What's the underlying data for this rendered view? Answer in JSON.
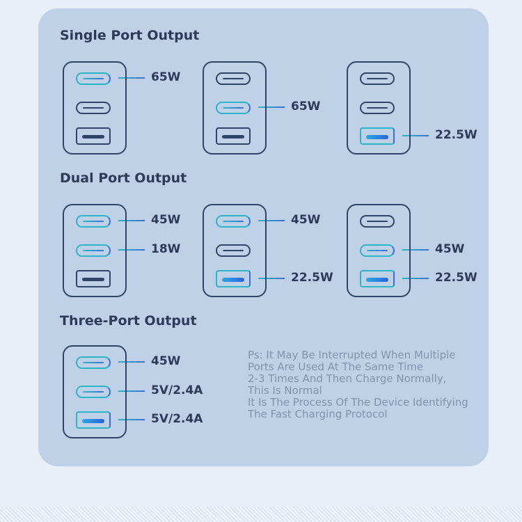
{
  "sections": [
    {
      "title": "Single Port Output",
      "chargers": [
        {
          "active": [
            0
          ],
          "labels": {
            "0": "65W"
          }
        },
        {
          "active": [
            1
          ],
          "labels": {
            "1": "65W"
          }
        },
        {
          "active": [
            2
          ],
          "labels": {
            "2": "22.5W"
          }
        }
      ]
    },
    {
      "title": "Dual Port Output",
      "chargers": [
        {
          "active": [
            0,
            1
          ],
          "labels": {
            "0": "45W",
            "1": "18W"
          }
        },
        {
          "active": [
            0,
            2
          ],
          "labels": {
            "0": "45W",
            "2": "22.5W"
          }
        },
        {
          "active": [
            1,
            2
          ],
          "labels": {
            "1": "45W",
            "2": "22.5W"
          }
        }
      ]
    },
    {
      "title": "Three-Port Output",
      "chargers": [
        {
          "active": [
            0,
            1,
            2
          ],
          "labels": {
            "0": "45W",
            "1": "5V/2.4A",
            "2": "5V/2.4A"
          }
        }
      ]
    }
  ],
  "note": [
    "Ps: It May Be Interrupted When Multiple",
    "Ports Are Used At The Same Time",
    "2-3 Times And Then Charge Normally,",
    "This Is Normal",
    "It Is The Process Of The Device Identifying",
    "The Fast Charging Protocol"
  ],
  "colors": {
    "accent_start": "#2bb5c8",
    "accent_end": "#3a6fd8",
    "outline": "#2f4466",
    "panel": "#bfd1e6"
  }
}
